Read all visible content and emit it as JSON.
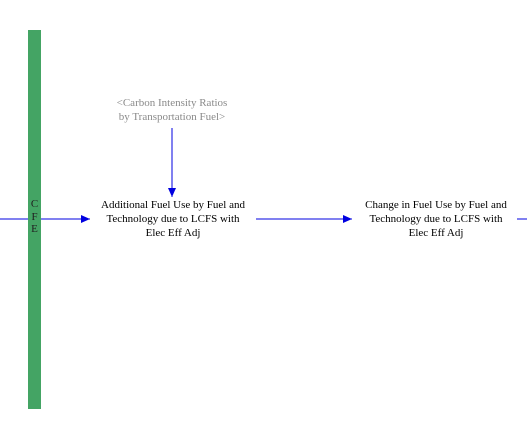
{
  "sidebar": {
    "letters": [
      "C",
      "F",
      "E"
    ],
    "color": "#44a464"
  },
  "nodes": {
    "shadow_var": {
      "line1": "<Carbon Intensity Ratios",
      "line2": "by Transportation Fuel>"
    },
    "additional_fuel": {
      "line1": "Additional Fuel Use by Fuel and",
      "line2": "Technology due to LCFS with",
      "line3": "Elec Eff Adj"
    },
    "change_fuel": {
      "line1": "Change in Fuel Use by Fuel and",
      "line2": "Technology due to LCFS with",
      "line3": "Elec Eff Adj"
    }
  },
  "colors": {
    "arrow": "#0000e0",
    "shadow_text": "#8a8a8a",
    "text": "#000000"
  }
}
